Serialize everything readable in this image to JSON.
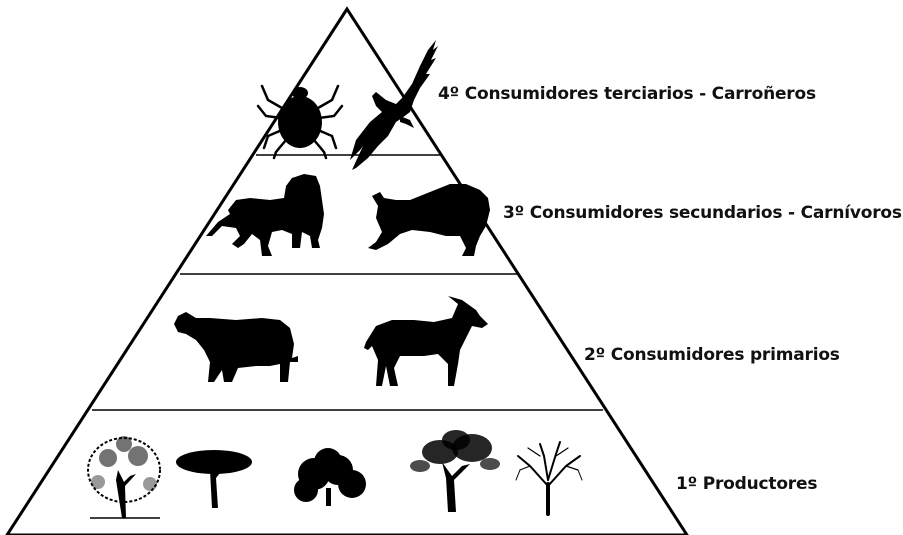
{
  "levels": [
    {
      "id": "level-4",
      "label": "4º Consumidores terciarios - Carroñeros",
      "organisms": [
        "tick-icon",
        "vulture-icon"
      ]
    },
    {
      "id": "level-3",
      "label": "3º Consumidores secundarios - Carnívoros",
      "organisms": [
        "lion-icon",
        "lynx-icon"
      ]
    },
    {
      "id": "level-2",
      "label": "2º Consumidores primarios",
      "organisms": [
        "cow-icon",
        "antelope-icon"
      ]
    },
    {
      "id": "level-1",
      "label": "1º Productores",
      "organisms": [
        "tree-icon",
        "acacia-tree-icon",
        "bush-tree-icon",
        "broad-tree-icon",
        "bare-tree-icon"
      ]
    }
  ],
  "colors": {
    "outline": "#000000",
    "silhouette": "#000000",
    "background": "#ffffff"
  }
}
